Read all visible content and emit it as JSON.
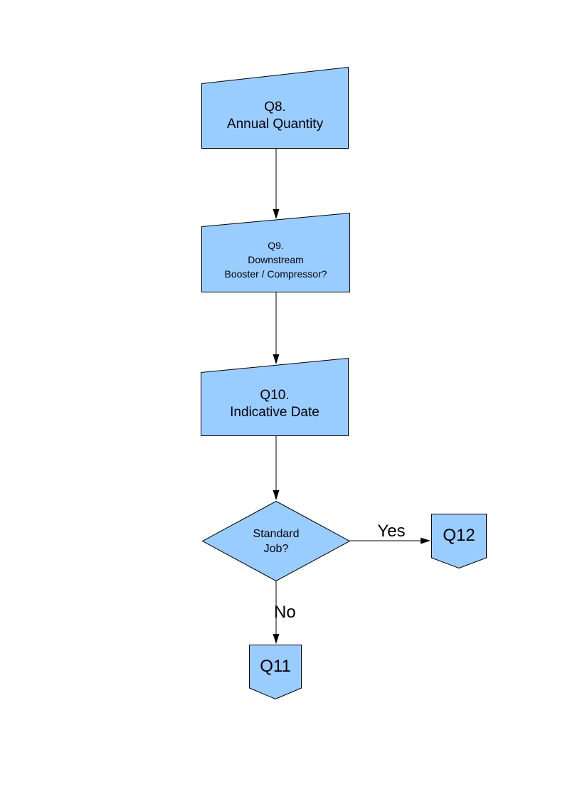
{
  "palette": {
    "page_background": "#FFFFFF",
    "node_fill": "#99CCFF",
    "node_border": "#000000",
    "connector_color": "#000000",
    "text_color": "#000000"
  },
  "diagram": {
    "type": "flowchart",
    "nodes": {
      "q8": {
        "shape": "manual-input",
        "lines": [
          "Q8.",
          "Annual Quantity"
        ]
      },
      "q9": {
        "shape": "manual-input",
        "lines": [
          "Q9.",
          "Downstream",
          "Booster / Compressor?"
        ]
      },
      "q10": {
        "shape": "manual-input",
        "lines": [
          "Q10.",
          "Indicative Date"
        ]
      },
      "decision": {
        "shape": "decision-diamond",
        "lines": [
          "Standard",
          "Job?"
        ]
      },
      "q12": {
        "shape": "off-page-connector",
        "label": "Q12"
      },
      "q11": {
        "shape": "off-page-connector",
        "label": "Q11"
      }
    },
    "edges": [
      {
        "from": "q8",
        "to": "q9",
        "label": ""
      },
      {
        "from": "q9",
        "to": "q10",
        "label": ""
      },
      {
        "from": "q10",
        "to": "decision",
        "label": ""
      },
      {
        "from": "decision",
        "to": "q12",
        "label": "Yes"
      },
      {
        "from": "decision",
        "to": "q11",
        "label": "No"
      }
    ]
  }
}
